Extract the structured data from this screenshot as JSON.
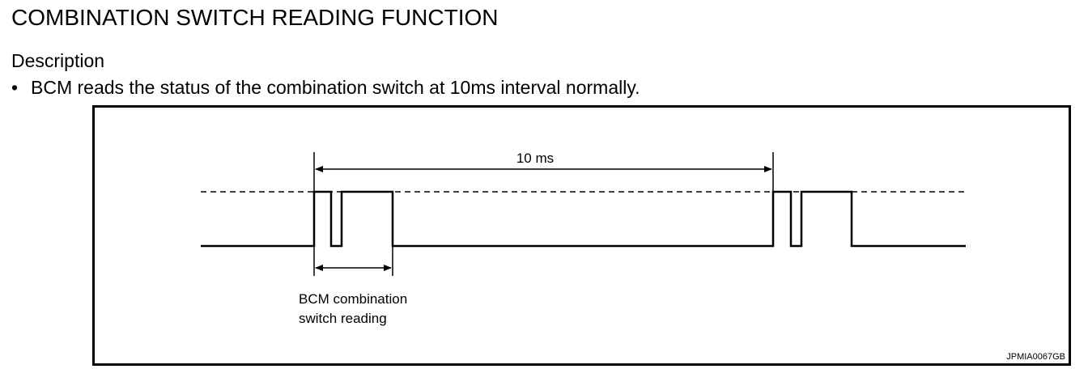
{
  "document": {
    "title": "COMBINATION SWITCH READING FUNCTION",
    "section_heading": "Description",
    "bullets": [
      "BCM reads the status of the combination switch at 10ms interval normally."
    ]
  },
  "figure": {
    "interval_label": "10 ms",
    "reading_label_line1": "BCM combination",
    "reading_label_line2": "switch reading",
    "figure_id": "JPMIA0067GB"
  }
}
